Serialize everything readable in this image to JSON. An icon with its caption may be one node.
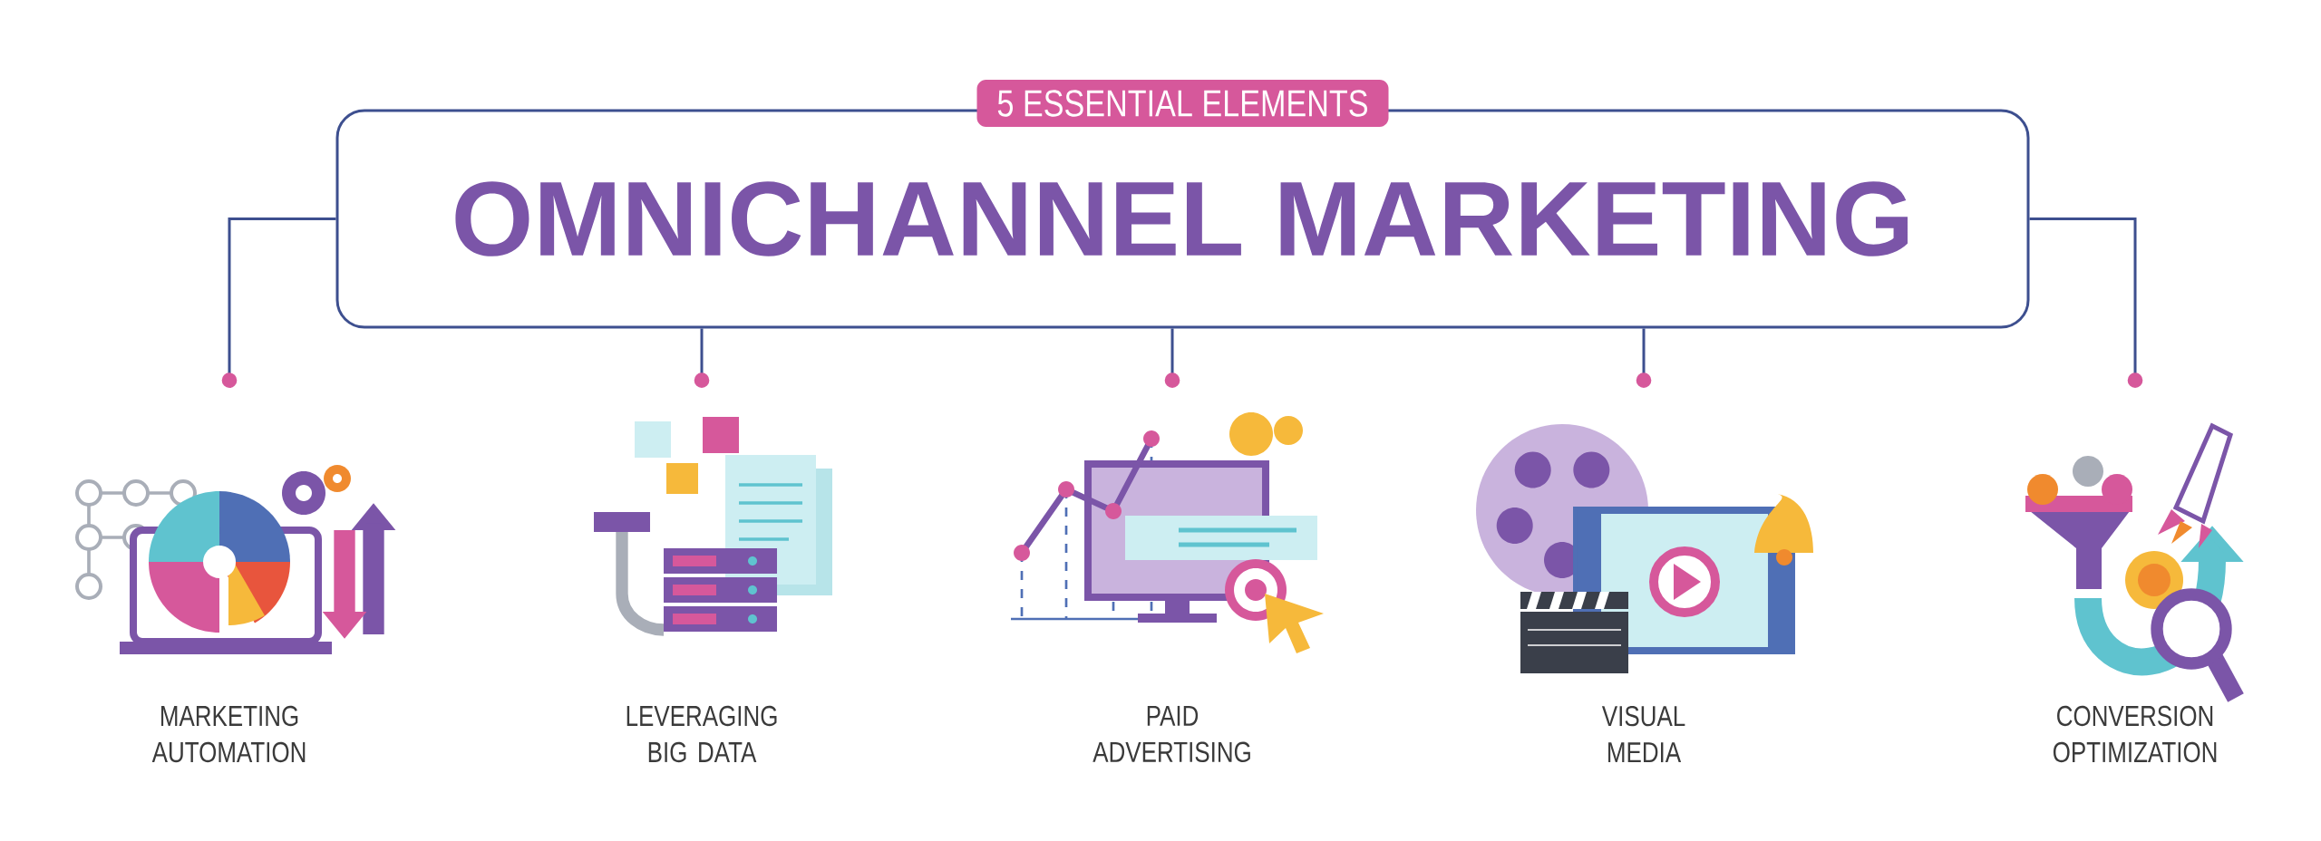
{
  "diagram": {
    "nodes": [
      {
        "text": [
          "5 ESSENTIAL ELEMENTS",
          "OMNICHANNEL MARKETING"
        ]
      },
      {
        "text": [
          "MARKETING AUTOMATION"
        ]
      },
      {
        "text": [
          "LEVERAGING BIG DATA"
        ]
      },
      {
        "text": [
          "PAID ADVERTISING"
        ]
      },
      {
        "text": [
          "VISUAL MEDIA"
        ]
      },
      {
        "text": [
          "CONVERSION OPTIMIZATION"
        ]
      }
    ],
    "edges": [
      {
        "from": 0,
        "to": 1,
        "arrow": "other"
      },
      {
        "from": 0,
        "to": 2,
        "arrow": "other"
      },
      {
        "from": 0,
        "to": 3,
        "arrow": "other"
      },
      {
        "from": 0,
        "to": 4,
        "arrow": "other"
      },
      {
        "from": 0,
        "to": 5,
        "arrow": "other"
      }
    ]
  }
}
